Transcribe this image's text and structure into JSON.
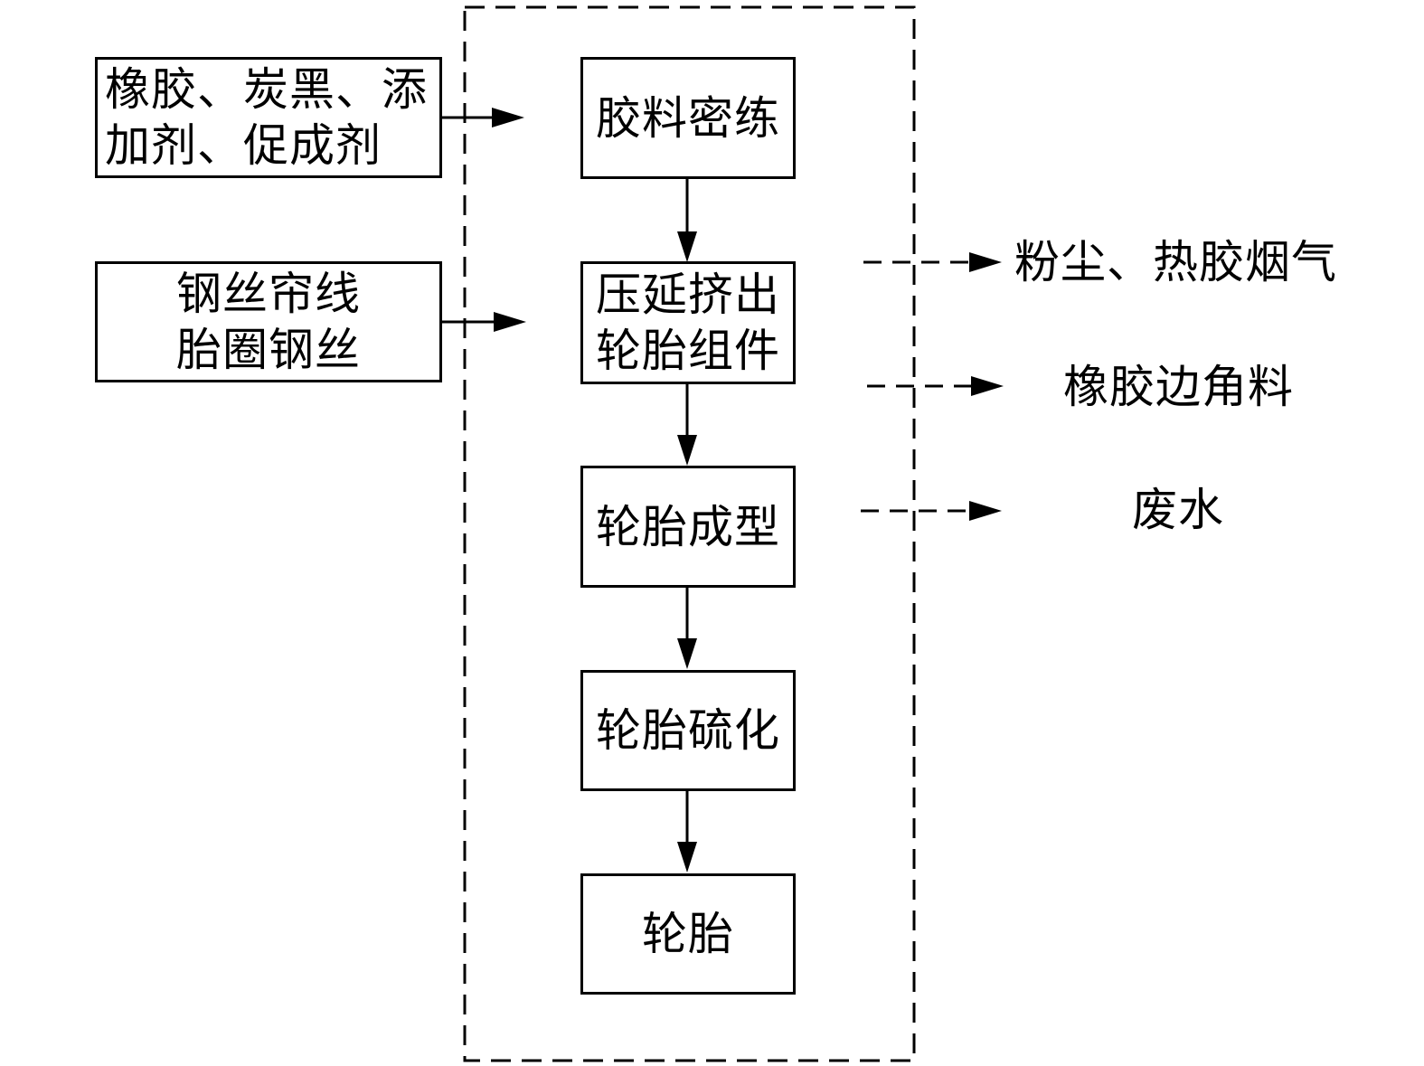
{
  "inputs": [
    {
      "lines": [
        "橡胶、炭黑、添",
        "加剂、促成剂"
      ]
    },
    {
      "lines": [
        "钢丝帘线",
        "胎圈钢丝"
      ]
    }
  ],
  "process_steps": [
    {
      "lines": [
        "胶料密练"
      ]
    },
    {
      "lines": [
        "压延挤出",
        "轮胎组件"
      ]
    },
    {
      "lines": [
        "轮胎成型"
      ]
    },
    {
      "lines": [
        "轮胎硫化"
      ]
    },
    {
      "lines": [
        "轮胎"
      ]
    }
  ],
  "outputs": [
    {
      "label": "粉尘、热胶烟气"
    },
    {
      "label": "橡胶边角料"
    },
    {
      "label": "废水"
    }
  ]
}
